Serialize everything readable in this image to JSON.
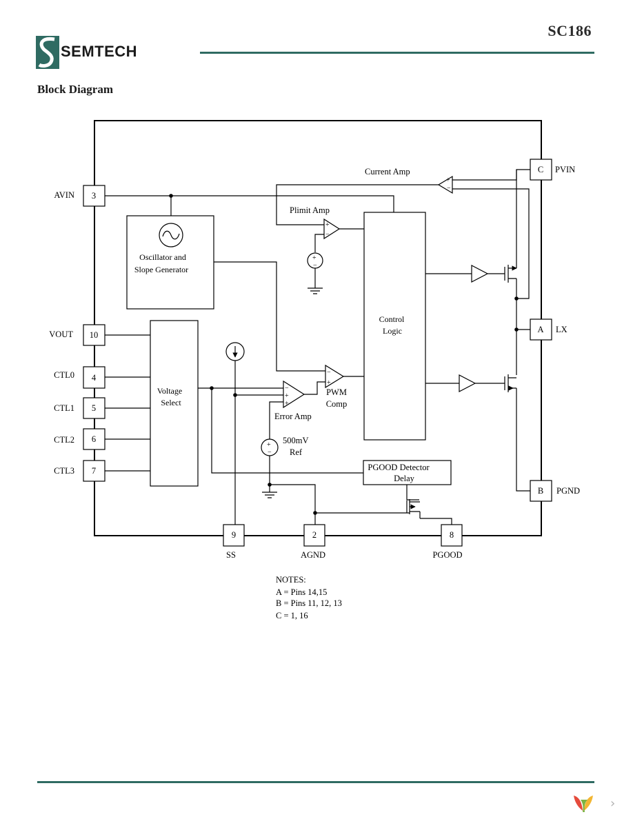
{
  "header": {
    "part_number": "SC186",
    "brand_name": "SEMTECH",
    "brand_color": "#2f6b62"
  },
  "section_title": "Block Diagram",
  "pins": {
    "avin": {
      "num": "3",
      "name": "AVIN"
    },
    "vout": {
      "num": "10",
      "name": "VOUT"
    },
    "ctl0": {
      "num": "4",
      "name": "CTL0"
    },
    "ctl1": {
      "num": "5",
      "name": "CTL1"
    },
    "ctl2": {
      "num": "6",
      "name": "CTL2"
    },
    "ctl3": {
      "num": "7",
      "name": "CTL3"
    },
    "pvin": {
      "num": "C",
      "name": "PVIN"
    },
    "lx": {
      "num": "A",
      "name": "LX"
    },
    "pgnd": {
      "num": "B",
      "name": "PGND"
    },
    "ss": {
      "num": "9",
      "name": "SS"
    },
    "agnd": {
      "num": "2",
      "name": "AGND"
    },
    "pgood": {
      "num": "8",
      "name": "PGOOD"
    }
  },
  "blocks": {
    "oscillator": [
      "Oscillator and",
      "Slope Generator"
    ],
    "voltage_select": [
      "Voltage",
      "Select"
    ],
    "control_logic": [
      "Control",
      "Logic"
    ],
    "pgood_detector": [
      "PGOOD Detector",
      "Delay"
    ]
  },
  "labels": {
    "current_amp": "Current Amp",
    "plimit_amp": "Plimit Amp",
    "error_amp": "Error Amp",
    "pwm_comp": [
      "PWM",
      "Comp"
    ],
    "ref": [
      "500mV",
      "Ref"
    ]
  },
  "notes": {
    "heading": "NOTES:",
    "lines": [
      "A = Pins 14,15",
      "B = Pins 11, 12, 13",
      "C = 1, 16"
    ]
  },
  "footer": {
    "next_icon": "chevron-right-icon",
    "next_glyph": "›"
  }
}
